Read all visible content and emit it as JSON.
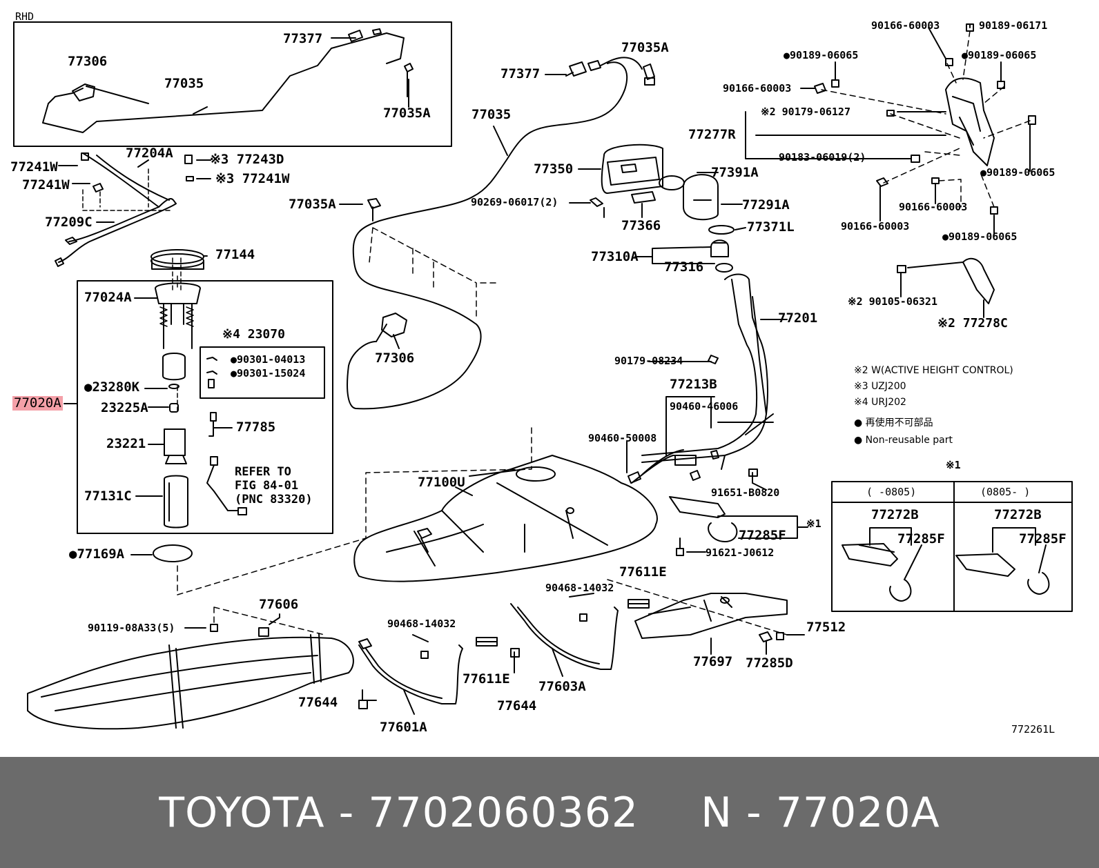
{
  "diagram": {
    "region_label": "RHD",
    "figure_code": "772261L",
    "highlighted_part": "77020A",
    "highlight_color": "#f4a0a8",
    "labels": {
      "p77377a": "77377",
      "p77306a": "77306",
      "p77035a": "77035",
      "p77035Aa": "77035A",
      "p77377b": "77377",
      "p77035Ab": "77035A",
      "p77035b": "77035",
      "p77035Ac": "77035A",
      "p77306b": "77306",
      "p77241W1": "77241W",
      "p77241W2": "77241W",
      "p77204A": "77204A",
      "p77243D": "※3 77243D",
      "p77241W3": "※3 77241W",
      "p77209C": "77209C",
      "p77144": "77144",
      "p77024A": "77024A",
      "p23070": "※4 23070",
      "p9030104013": "●90301-04013",
      "p9030115024": "●90301-15024",
      "p23280K": "●23280K",
      "p77020A": "77020A",
      "p23225A": "23225A",
      "p77785": "77785",
      "p23221": "23221",
      "refer1": "REFER TO",
      "refer2": "FIG 84-01",
      "refer3": "(PNC 83320)",
      "p77131C": "77131C",
      "p77169A": "●77169A",
      "p77350": "77350",
      "p9026906017": "90269-06017(2)",
      "p77366": "77366",
      "p77391A": "77391A",
      "p77291A": "77291A",
      "p77371L": "77371L",
      "p77310A": "77310A",
      "p77316": "77316",
      "p77201": "77201",
      "p9017908234": "90179-08234",
      "p77213B": "77213B",
      "p9046046006": "90460-46006",
      "p9046050008": "90460-50008",
      "p9165180820": "91651-B0820",
      "p77285Fa": "77285F",
      "note1a": "※1",
      "p9162130612": "91621-J0612",
      "p77100U": "77100U",
      "p77611Ea": "77611E",
      "p9046814032a": "90468-14032",
      "p77512": "77512",
      "p77697": "77697",
      "p77285D": "77285D",
      "p77603A": "77603A",
      "p77644a": "77644",
      "p77611Eb": "77611E",
      "p9046814032b": "90468-14032",
      "p77644b": "77644",
      "p77601A": "77601A",
      "p77606": "77606",
      "p9011908A33": "90119-08A33(5)",
      "p9016660003a": "90166-60003",
      "p9018906171": "90189-06171",
      "p9018906065a": "●90189-06065",
      "p9018906065b": "●90189-06065",
      "p9016660003b": "90166-60003",
      "p9017906127": "※2 90179-06127",
      "p77277R": "77277R",
      "p9018306019": "90183-06019(2)",
      "p9018906065c": "●90189-06065",
      "p9016660003c": "90166-60003",
      "p9016660003d": "90166-60003",
      "p9018906065d": "●90189-06065",
      "p9010506321": "※2 90105-06321",
      "p77278C": "※2 77278C",
      "note1b": "※1",
      "range1": "(   -0805)",
      "range2": "(0805-   )",
      "p77272Ba": "77272B",
      "p77285Fb": "77285F",
      "p77272Bb": "77272B",
      "p77285Fc": "77285F"
    },
    "legend": {
      "l1": "※2 W(ACTIVE HEIGHT CONTROL)",
      "l2": "※3 UZJ200",
      "l3": "※4 URJ202",
      "l4": "● 再使用不可部品",
      "l5": "● Non-reusable part"
    }
  },
  "footer": {
    "brand": "TOYOTA - 7702060362",
    "ref": "N - 77020A",
    "background": "#6b6b6b"
  }
}
